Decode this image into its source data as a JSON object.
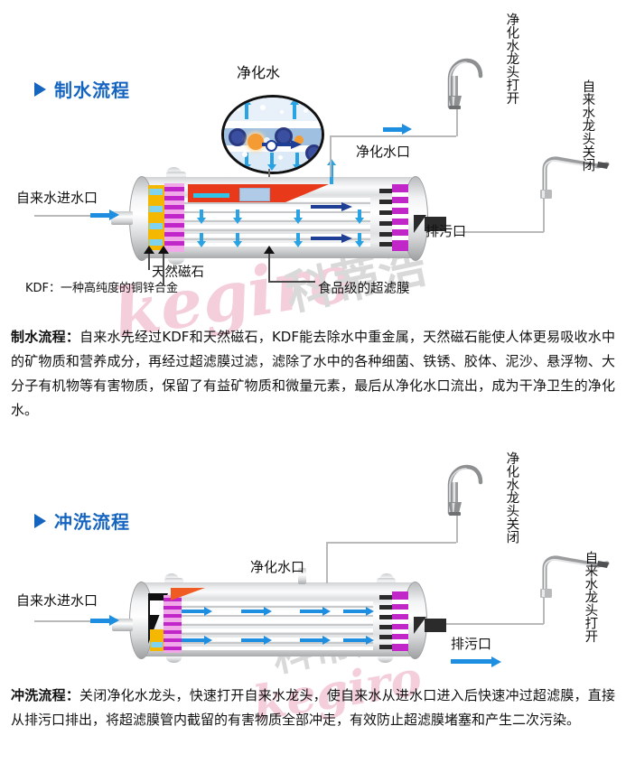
{
  "page": {
    "watermark_latin": "kegiro",
    "watermark_cjk": "科蒂浩"
  },
  "section1": {
    "heading": "制水流程",
    "labels": {
      "inlet": "自来水进水口",
      "purified_water_callout": "净化水",
      "purified_outlet": "净化水口",
      "drain_outlet": "排污口",
      "magnet": "天然磁石",
      "kdf": "KDF：一种高纯度的铜锌合金",
      "membrane": "食品级的超滤膜",
      "faucet_purified": "净化水龙头打开",
      "faucet_tap": "自来水龙头关闭"
    },
    "paragraph_title": "制水流程：",
    "paragraph_body": "自来水先经过KDF和天然磁石，KDF能去除水中重金属，天然磁石能使人体更易吸收水中的矿物质和营养成分，再经过超滤膜过滤，滤除了水中的各种细菌、铁锈、胶体、泥沙、悬浮物、大分子有机物等有害物质，保留了有益矿物质和微量元素，最后从净化水口流出，成为干净卫生的净化水。"
  },
  "section2": {
    "heading": "冲洗流程",
    "labels": {
      "inlet": "自来水进水口",
      "purified_outlet": "净化水口",
      "drain_outlet": "排污口",
      "faucet_purified": "净化水龙头关闭",
      "faucet_tap": "自来水龙头打开"
    },
    "paragraph_title": "冲洗流程：",
    "paragraph_body": "关闭净化水龙头，快速打开自来水龙头，使自来水从进水口进入后快速冲过超滤膜，直接从排污口排出，将超滤膜管内截留的有害物质全部冲走，有效防止超滤膜堵塞和产生二次污染。"
  },
  "colors": {
    "heading_blue": "#1565C0",
    "arrow_blue": "#1E8FE0",
    "arrow_cyan": "#29A3E3",
    "arrow_navy": "#1f3f96",
    "kdf_yellow": "#F5B800",
    "magnet_magenta": "#C026C8",
    "membrane_red": "#E8391B",
    "text_black": "#111111"
  }
}
